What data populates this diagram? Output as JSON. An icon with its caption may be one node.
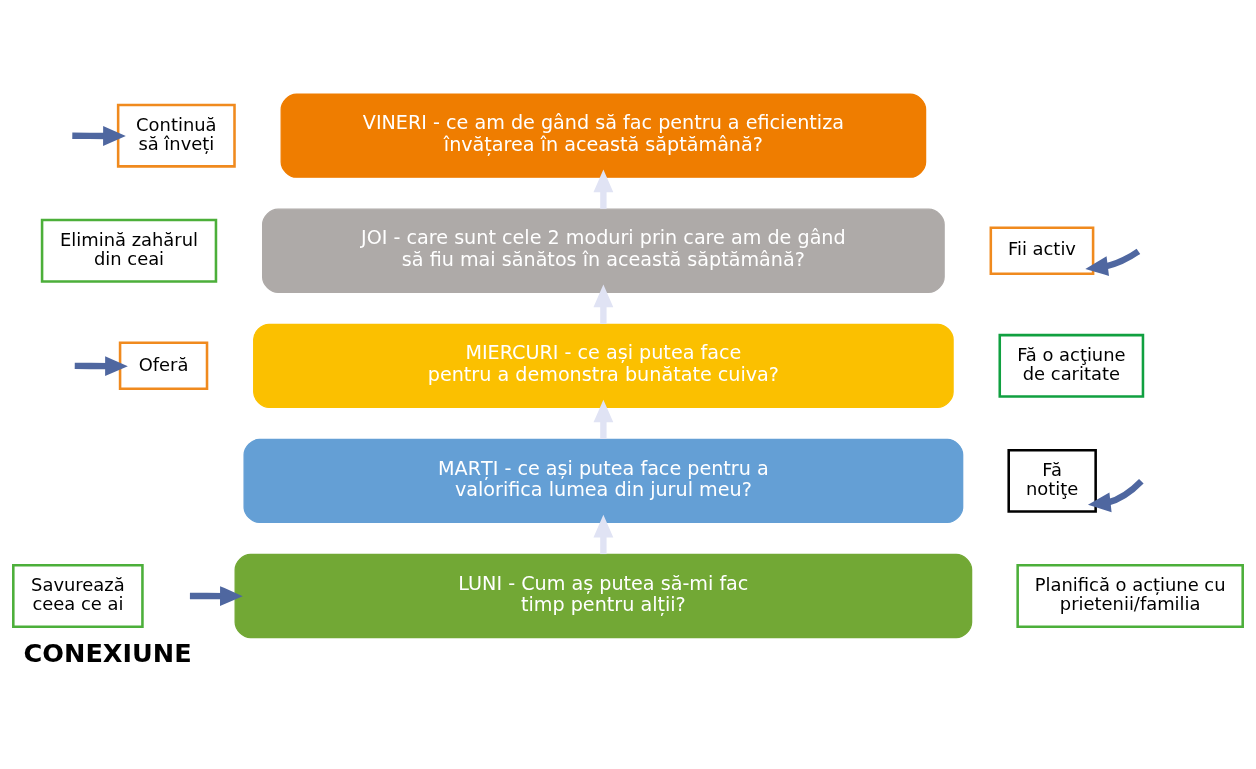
{
  "diagram": {
    "title": "CONEXIUNE",
    "nodes": [
      {
        "text": [
          "Continuă să înveți"
        ]
      },
      {
        "text": [
          "VINERI - ce am de gând să fac pentru a eficientiza învățarea în această săptămână?"
        ]
      },
      {
        "text": [
          "Elimină zahărul din ceai"
        ]
      },
      {
        "text": [
          "JOI - care sunt cele 2 moduri prin care am de gând să fiu mai sănătos în această săptămână?"
        ]
      },
      {
        "text": [
          "Fii activ"
        ]
      },
      {
        "text": [
          "Oferă"
        ]
      },
      {
        "text": [
          "MIERCURI - ce ași putea face pentru a demonstra bunătate cuiva?"
        ]
      },
      {
        "text": [
          "Fă o acţiune de caritate"
        ]
      },
      {
        "text": [
          "Savurează ceea ce ai"
        ]
      },
      {
        "text": [
          "MARȚI - ce ași putea face pentru a valorifica lumea din jurul meu?"
        ]
      },
      {
        "text": [
          "Fă notiţe"
        ]
      },
      {
        "text": [
          "LUNI - Cum aș putea să-mi fac timp pentru alții?"
        ]
      },
      {
        "text": [
          "Planifică o acțiune cu prietenii/familia"
        ]
      }
    ],
    "edges": [
      {
        "from": null,
        "to": 0,
        "arrow": "to"
      },
      {
        "from": null,
        "to": 5,
        "arrow": "to"
      },
      {
        "from": null,
        "to": 11,
        "arrow": "to"
      },
      {
        "from": null,
        "to": 4,
        "arrow": "to"
      },
      {
        "from": null,
        "to": 10,
        "arrow": "to"
      },
      {
        "from": 11,
        "to": 9,
        "arrow": "to",
        "color": "#e0e3f4"
      },
      {
        "from": 9,
        "to": 6,
        "arrow": "to",
        "color": "#e0e3f4"
      },
      {
        "from": 6,
        "to": 3,
        "arrow": "to",
        "color": "#e0e3f4"
      },
      {
        "from": 3,
        "to": 1,
        "arrow": "to",
        "color": "#e0e3f4"
      }
    ]
  }
}
